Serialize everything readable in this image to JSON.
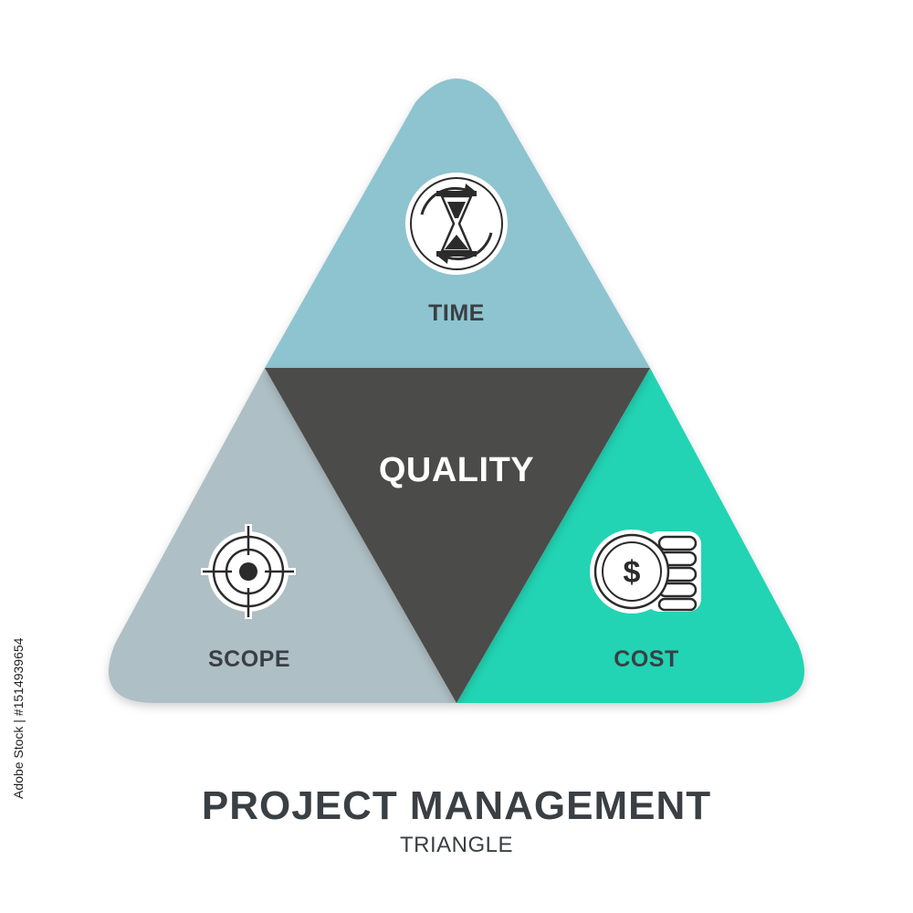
{
  "diagram": {
    "segments": {
      "time": {
        "label": "TIME",
        "icon": "hourglass-refresh-icon",
        "color": "#8DC4CF"
      },
      "scope": {
        "label": "SCOPE",
        "icon": "target-crosshair-icon",
        "color": "#AEBFC5"
      },
      "cost": {
        "label": "COST",
        "icon": "coin-stack-dollar-icon",
        "color": "#20D4B4"
      },
      "quality": {
        "label": "QUALITY",
        "color": "#4B4B48"
      }
    },
    "title": "PROJECT MANAGEMENT",
    "subtitle": "TRIANGLE",
    "text_color": "#3A3F44"
  },
  "watermark": {
    "side_text": "Adobe Stock | #1514939654"
  }
}
